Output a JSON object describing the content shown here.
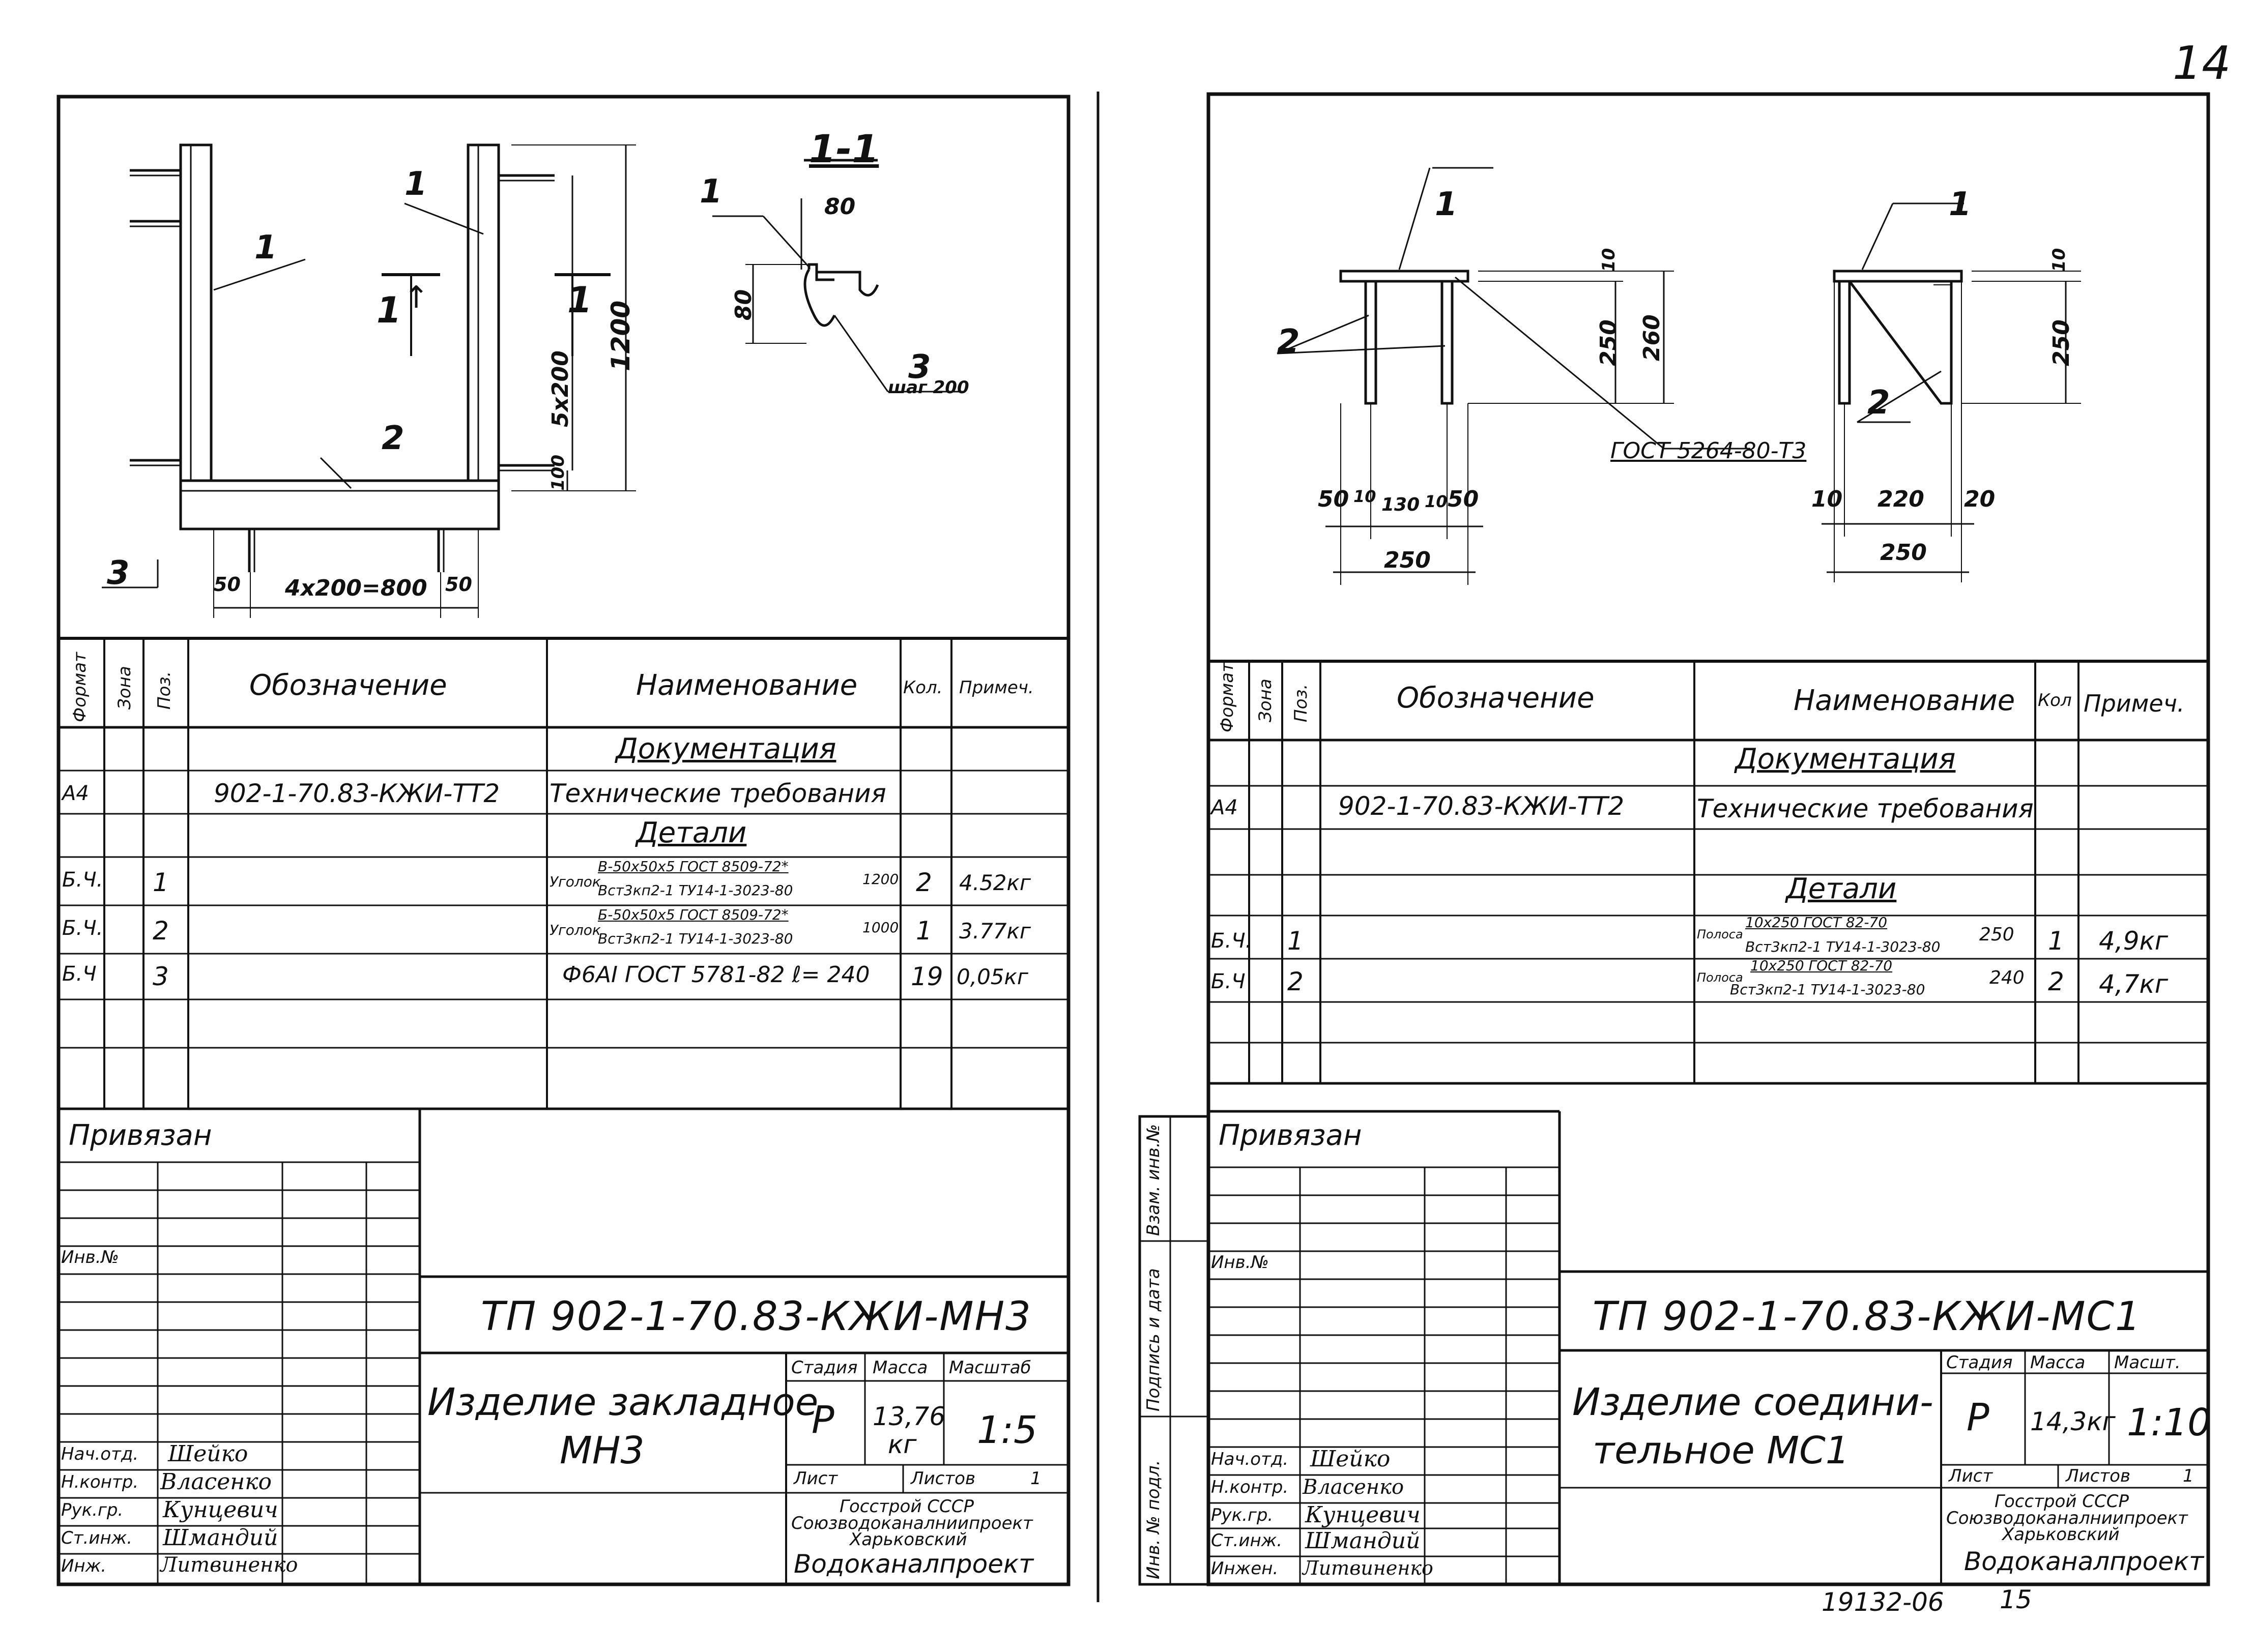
{
  "page_number": "14",
  "archive_number": "19132-06",
  "archive_sub": "15",
  "left": {
    "drawing": {
      "section_label": "1-1",
      "pos1": "1",
      "pos2": "2",
      "pos3": "3",
      "cut_label": "1",
      "dim_80_top": "80",
      "dim_80_side": "80",
      "dim_1200": "1200",
      "dim_5x200": "5x200",
      "dim_100": "100",
      "dim_4x200": "4x200=800",
      "dim_50_left": "50",
      "dim_50_right": "50",
      "step_label": "шаг 200"
    },
    "table": {
      "headers": {
        "format": "Формат",
        "zone": "Зона",
        "pos": "Поз.",
        "designation": "Обозначение",
        "name": "Наименование",
        "qty": "Кол.",
        "note": "Примеч."
      },
      "section_docs": "Документация",
      "section_parts": "Детали",
      "rows": [
        {
          "format": "А4",
          "pos": "",
          "designation": "902-1-70.83-КЖИ-ТТ2",
          "name": "Технические требования",
          "qty": "",
          "note": ""
        },
        {
          "format": "Б.Ч.",
          "pos": "1",
          "designation": "",
          "name_prefix": "Уголок",
          "name_top": "В-50х50х5 ГОСТ 8509-72*",
          "name_bottom": "Вст3кп2-1 ТУ14-1-3023-80",
          "name_len": "1200",
          "qty": "2",
          "note": "4.52кг"
        },
        {
          "format": "Б.Ч.",
          "pos": "2",
          "designation": "",
          "name_prefix": "Уголок",
          "name_top": "Б-50х50х5 ГОСТ 8509-72*",
          "name_bottom": "Вст3кп2-1 ТУ14-1-3023-80",
          "name_len": "1000",
          "qty": "1",
          "note": "3.77кг"
        },
        {
          "format": "Б.Ч",
          "pos": "3",
          "designation": "",
          "name": "Ф6АI ГОСТ 5781-82 ℓ= 240",
          "qty": "19",
          "note": "0,05кг"
        }
      ]
    },
    "stamp": {
      "bound": "Привязан",
      "inv": "Инв.№",
      "code": "ТП 902-1-70.83-КЖИ-МН3",
      "title_line1": "Изделие закладное",
      "title_line2": "МН3",
      "stage_label": "Стадия",
      "mass_label": "Масса",
      "scale_label": "Масштаб",
      "stage": "Р",
      "mass": "13,76",
      "mass_unit": "кг",
      "scale": "1:5",
      "sheet_label": "Лист",
      "sheets_label": "Листов",
      "sheets": "1",
      "org1": "Госстрой СССР",
      "org2": "Союзводоканалниипроект",
      "org3": "Харьковский",
      "org4": "Водоканалпроект",
      "people": [
        {
          "role": "Нач.отд.",
          "name": "Шейко"
        },
        {
          "role": "Н.контр.",
          "name": "Власенко"
        },
        {
          "role": "Рук.гр.",
          "name": "Кунцевич"
        },
        {
          "role": "Ст.инж.",
          "name": "Шмандий"
        },
        {
          "role": "Инж.",
          "name": "Литвиненко"
        }
      ]
    }
  },
  "right": {
    "drawing": {
      "pos1a": "1",
      "pos1b": "1",
      "pos2a": "2",
      "pos2b": "2",
      "dim_10a": "10",
      "dim_250a": "250",
      "dim_260": "260",
      "dim_10b": "10",
      "dim_250b": "250",
      "gost": "ГОСТ 5264-80-Т3",
      "dim_50a": "50",
      "dim_10c": "10",
      "dim_130": "130",
      "dim_10d": "10",
      "dim_50b": "50",
      "dim_250c": "250",
      "dim_10e": "10",
      "dim_220": "220",
      "dim_20": "20",
      "dim_250d": "250"
    },
    "table": {
      "headers": {
        "format": "Формат",
        "zone": "Зона",
        "pos": "Поз.",
        "designation": "Обозначение",
        "name": "Наименование",
        "qty": "Кол",
        "note": "Примеч."
      },
      "section_docs": "Документация",
      "section_parts": "Детали",
      "rows": [
        {
          "format": "А4",
          "pos": "",
          "designation": "902-1-70.83-КЖИ-ТТ2",
          "name": "Технические требования",
          "qty": "",
          "note": ""
        },
        {
          "format": "Б.Ч.",
          "pos": "1",
          "designation": "",
          "name_prefix": "Полоса",
          "name_top": "10х250 ГОСТ 82-70",
          "name_bottom": "Вст3кп2-1 ТУ14-1-3023-80",
          "name_len": "250",
          "qty": "1",
          "note": "4,9кг"
        },
        {
          "format": "Б.Ч",
          "pos": "2",
          "designation": "",
          "name_prefix": "Полоса",
          "name_top": "10х250 ГОСТ 82-70",
          "name_bottom": "Вст3кп2-1 ТУ14-1-3023-80",
          "name_len": "240",
          "qty": "2",
          "note": "4,7кг"
        }
      ]
    },
    "side_labels": {
      "vzam": "Взам. инв.№",
      "podpis": "Подпись и дата",
      "inv_podl": "Инв. № подл."
    },
    "stamp": {
      "bound": "Привязан",
      "inv": "Инв.№",
      "code": "ТП 902-1-70.83-КЖИ-МС1",
      "title_line1": "Изделие соедини-",
      "title_line2": "тельное МС1",
      "stage_label": "Стадия",
      "mass_label": "Масса",
      "scale_label": "Масшт.",
      "stage": "Р",
      "mass": "14,3кг",
      "scale": "1:10",
      "sheet_label": "Лист",
      "sheets_label": "Листов",
      "sheets": "1",
      "org1": "Госстрой СССР",
      "org2": "Союзводоканалниипроект",
      "org3": "Харьковский",
      "org4": "Водоканалпроект",
      "people": [
        {
          "role": "Нач.отд.",
          "name": "Шейко"
        },
        {
          "role": "Н.контр.",
          "name": "Власенко"
        },
        {
          "role": "Рук.гр.",
          "name": "Кунцевич"
        },
        {
          "role": "Ст.инж.",
          "name": "Шмандий"
        },
        {
          "role": "Инжен.",
          "name": "Литвиненко"
        }
      ]
    }
  }
}
